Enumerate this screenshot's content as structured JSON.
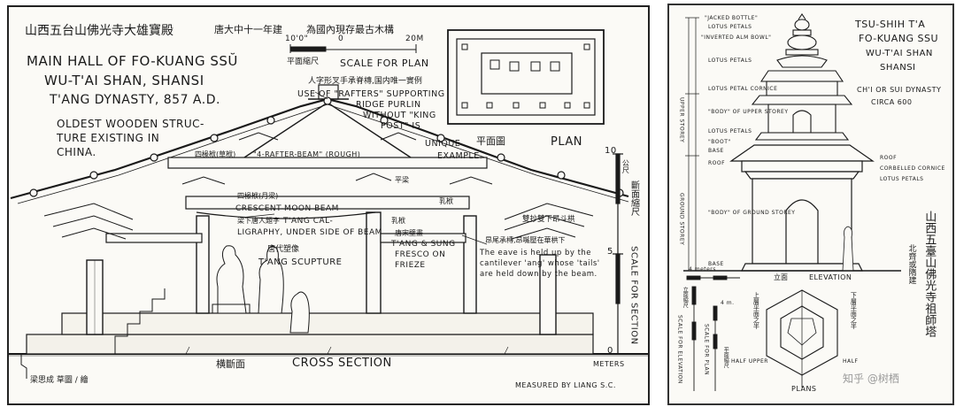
{
  "left_sheet": {
    "cn_header": "山西五台山佛光寺大雄寶殿",
    "cn_date": "唐大中十一年建",
    "cn_note": "為國內現存最古木構",
    "title_en": [
      "MAIN HALL OF FO-KUANG SSŬ",
      "WU-T'AI SHAN, SHANSI",
      "T'ANG DYNASTY, 857 A.D."
    ],
    "oldest_note": [
      "OLDEST WOODEN STRUC-",
      "TURE EXISTING IN",
      "CHINA."
    ],
    "scale_plan": {
      "ft": "10'0\"",
      "zero": "0",
      "m": "20M",
      "cn": "平面縮尺",
      "en": "SCALE FOR PLAN"
    },
    "rafter_note": {
      "cn": "人字形叉手承脊槫,国内唯一實例",
      "en": [
        "USE OF \"RAFTERS\" SUPPORTING",
        "RIDGE PURLIN",
        "WITHOUT \"KING",
        "POST\" IS",
        "UNIQUE",
        "EXAMPLE."
      ]
    },
    "plan_label": {
      "cn": "平面圖",
      "en": "PLAN"
    },
    "beam_4rafter": {
      "cn": "四椽栿(草栿)",
      "en": "\"4-RAFTER-BEAM\" (ROUGH)"
    },
    "crescent": {
      "cn": "四椽栿(月梁)",
      "en": "CRESCENT-MOON BEAM"
    },
    "calligraphy": {
      "cn": "梁下唐人題字",
      "en": [
        "T'ANG CAL-",
        "LIGRAPHY, UNDER SIDE OF BEAM"
      ]
    },
    "sculpture": {
      "cn": "唐代塑像",
      "en": "T'ANG SCUPTURE"
    },
    "fresco": {
      "cn": "唐宋壁畫",
      "en": [
        "T'ANG & SUNG",
        "FRESCO ON",
        "FRIEZE"
      ]
    },
    "cantilever": {
      "cn": "昂尾承槫,昂嘴壓在華栱下",
      "en": [
        "The eave is held up by the",
        "cantilever 'ang' whose 'tails'",
        "are held down by the beam."
      ]
    },
    "bracket_cn": "雙抄雙下昂斗栱",
    "beam_cn_a": "平梁",
    "beam_cn_b": "乳栿",
    "beam_cn_c": "乳栿",
    "section": {
      "cn": "横斷面",
      "en": "CROSS SECTION"
    },
    "scale_section": {
      "cn": "斷面縮尺",
      "en": "SCALE FOR SECTION",
      "ticks": [
        "10",
        "5",
        "0"
      ],
      "unit_cn": "公尺",
      "unit_en": "METERS"
    },
    "drawn_by": "梁思成 草圖 / 繪",
    "measured_by": "MEASURED BY LIANG S.C."
  },
  "right_sheet": {
    "title": [
      "TSU-SHIH T'A",
      "FO-KUANG SSU",
      "WU-T'AI SHAN",
      "SHANSI"
    ],
    "dynasty": [
      "CH'I OR SUI DYNASTY",
      "CIRCA 600"
    ],
    "cn_title": "山西五臺山佛光寺祖師塔",
    "cn_sub": "北齊或隋建",
    "labels_top": [
      "\"JACKED BOTTLE\"",
      "LOTUS PETALS",
      "\"INVERTED ALM BOWL\"",
      "LOTUS PETALS"
    ],
    "labels_mid": [
      "LOTUS PETAL CORNICE",
      "\"BODY\" OF UPPER STOREY",
      "LOTUS PETALS",
      "\"BOOT\"",
      "BASE",
      "ROOF"
    ],
    "labels_right": [
      "ROOF",
      "CORBELLED CORNICE",
      "LOTUS PETALS"
    ],
    "labels_low": [
      "\"BODY\" OF GROUND STOREY",
      "BASE"
    ],
    "storeys": [
      "UPPER STOREY",
      "GROUND STOREY"
    ],
    "elevation": {
      "cn": "立面",
      "en": "ELEVATION"
    },
    "scale_elev": {
      "m": "4 meters",
      "en": "SCALE FOR ELEVATION",
      "cn": "立面縮尺"
    },
    "scale_plan": {
      "m": "4 m.",
      "en": "SCALE FOR PLAN",
      "cn": "平面縮尺"
    },
    "plan_notes": {
      "left_cn": "上層平面之半",
      "right_cn": "下層平面之半",
      "half_up": "HALF UPPER",
      "half_lo": "HALF",
      "plans": "PLANS"
    },
    "watermark": "知乎 @树栖"
  },
  "colors": {
    "ink": "#1a1a1a",
    "paper": "#fbfaf6",
    "frame": "#222222"
  }
}
